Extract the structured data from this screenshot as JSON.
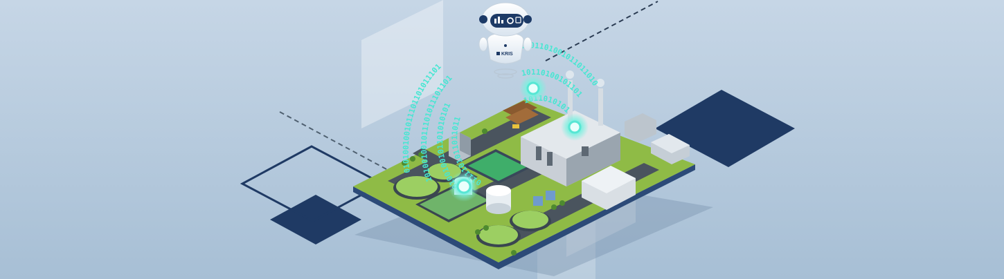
{
  "scene": {
    "kind": "isometric smart-factory illustration",
    "background_top": "#c4d4e4",
    "background_bottom": "#a9c1d6",
    "accent_navy": "#1f3a64",
    "accent_teal": "#58e6d4",
    "grass": "#8fbb46",
    "road": "#4a545e"
  },
  "robot": {
    "brand": "KRIS"
  },
  "binary_arcs": [
    "0101001001011101101011101",
    "101001001011101011101101",
    "0100100101101010101",
    "0111101011011011"
  ],
  "binary_right": [
    "0101101001011011010",
    "10110100101101",
    "1011010101"
  ]
}
